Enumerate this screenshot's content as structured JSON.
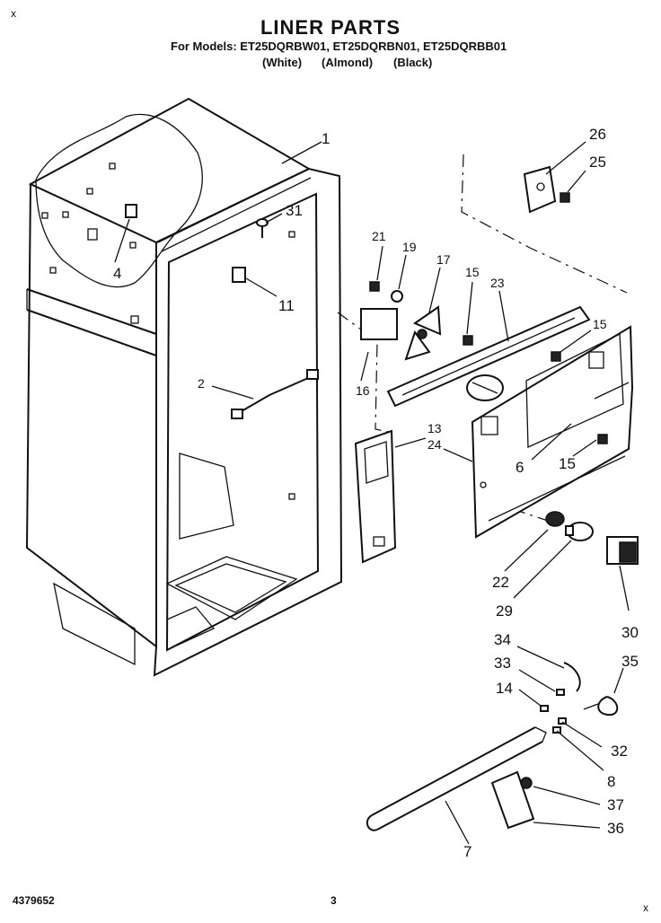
{
  "header": {
    "title": "LINER PARTS",
    "models_line": "For Models: ET25DQRBW01, ET25DQRBN01, ET25DQRBB01",
    "color_white": "(White)",
    "color_almond": "(Almond)",
    "color_black": "(Black)"
  },
  "corner_mark": "x",
  "footer": {
    "doc_number": "4379652",
    "page_number": "3"
  },
  "callouts": [
    "1",
    "26",
    "25",
    "31",
    "4",
    "11",
    "21",
    "19",
    "17",
    "15",
    "23",
    "15",
    "2",
    "16",
    "13",
    "24",
    "6",
    "15",
    "22",
    "29",
    "30",
    "34",
    "33",
    "35",
    "14",
    "32",
    "8",
    "37",
    "36",
    "7"
  ]
}
